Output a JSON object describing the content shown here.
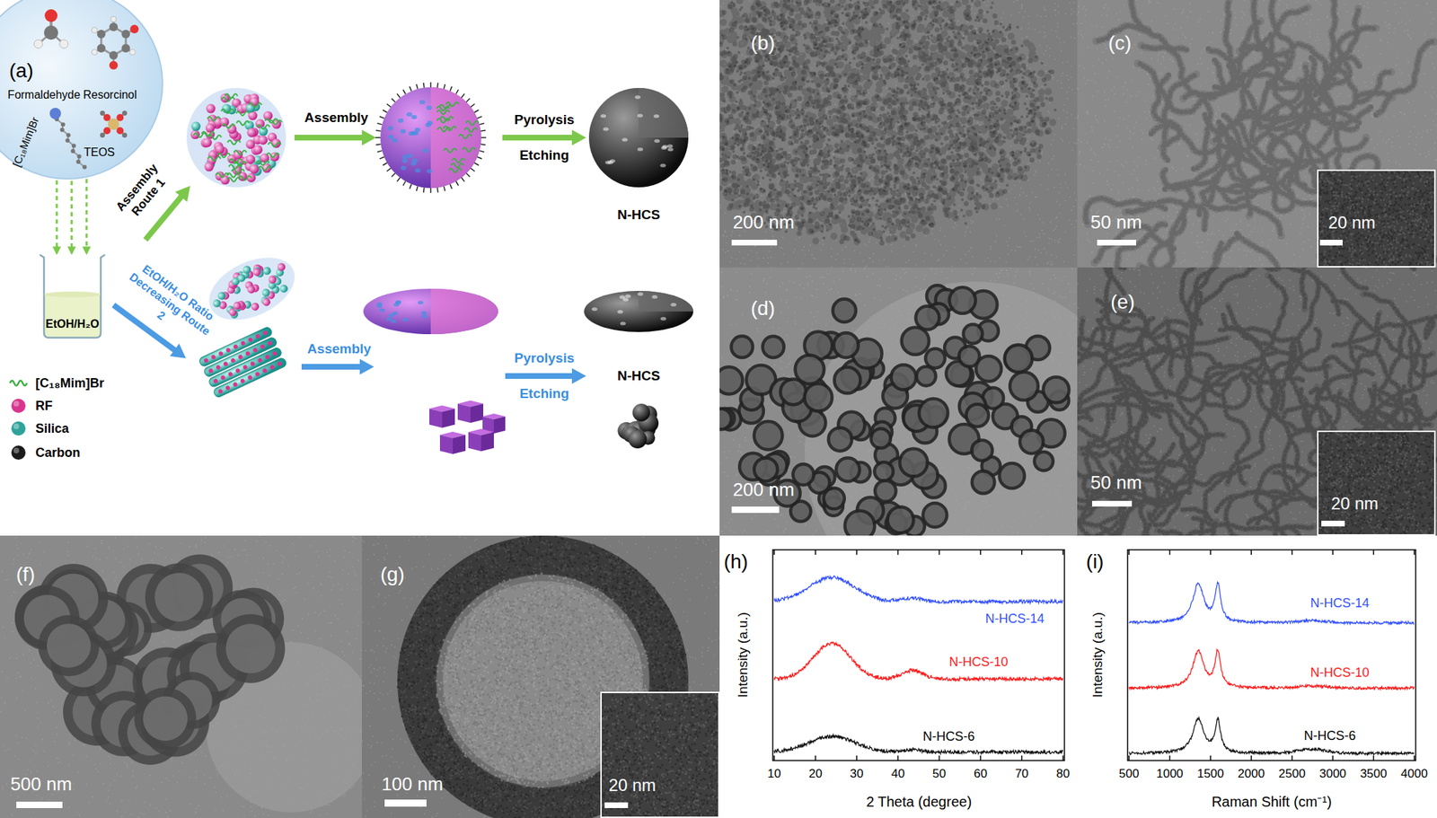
{
  "diagram": {
    "nodes": [
      {
        "text": [
          "Formaldehyde",
          "Resorcinol",
          "[C₁₈Mim]Br",
          "TEOS"
        ]
      },
      {
        "text": [
          "EtOH/H₂O"
        ]
      },
      {
        "text": [
          "N-HCS"
        ]
      },
      {
        "text": [
          "N-HCS"
        ]
      },
      {
        "text": [
          "20 nm"
        ]
      },
      {
        "text": [
          "20 nm"
        ]
      },
      {
        "text": [
          "20 nm"
        ]
      }
    ],
    "edges": [
      {
        "from": 0,
        "to": 1,
        "arrow": "to"
      },
      {
        "from": 0,
        "to": 1,
        "arrow": "to"
      },
      {
        "from": 0,
        "to": 1,
        "arrow": "to"
      }
    ],
    "labels": [
      "(a)",
      "Assembly",
      "Pyrolysis Etching",
      "Assembly Route 1",
      "EtOH/H₂O Ratio Decreasing Route 2",
      "Assembly",
      "Pyrolysis Etching",
      "(b)",
      "200 nm",
      "(c)",
      "50 nm",
      "(d)",
      "200 nm",
      "(e)",
      "50 nm",
      "(f)",
      "500 nm",
      "(g)",
      "100 nm",
      "(h)",
      "Intensity (a.u.)",
      "N-HCS-14",
      "N-HCS-10",
      "N-HCS-6",
      "10",
      "20",
      "30",
      "40",
      "50",
      "60",
      "70",
      "80",
      "2 Theta (degree)",
      "(i)",
      "Intensity (a.u.)",
      "N-HCS-14",
      "N-HCS-10",
      "N-HCS-6",
      "500",
      "1000",
      "1500",
      "2000",
      "2500",
      "3000",
      "3500",
      "4000",
      "Raman Shift (cm⁻¹)"
    ],
    "legend": [
      {
        "text": "[C₁₈Mim]Br"
      },
      {
        "text": "RF",
        "color": "#d9358f"
      },
      {
        "text": "Silica",
        "color": "#2fa39a"
      },
      {
        "text": "Carbon",
        "color": "#1a1a1a"
      }
    ]
  }
}
